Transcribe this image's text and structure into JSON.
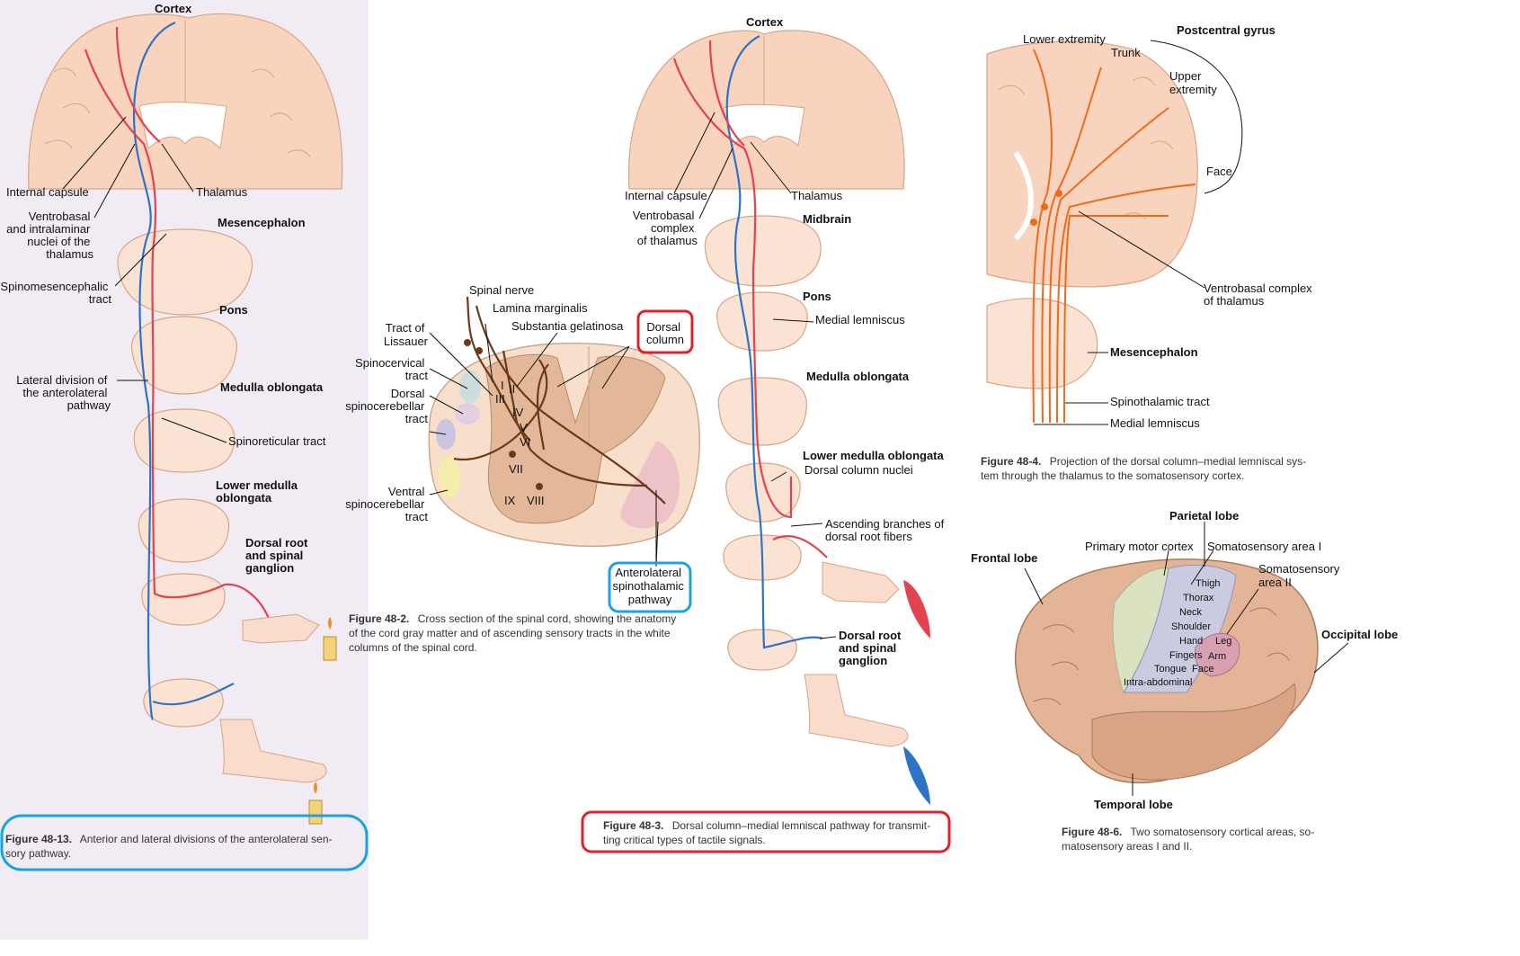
{
  "fig13": {
    "cortex": "Cortex",
    "internal_capsule": "Internal capsule",
    "thalamus": "Thalamus",
    "ventrobasal": [
      "Ventrobasal",
      "and intralaminar",
      "nuclei of the",
      "thalamus"
    ],
    "mesencephalon": "Mesencephalon",
    "spinomesencephalic": [
      "Spinomesencephalic",
      "tract"
    ],
    "pons": "Pons",
    "lateral_division": [
      "Lateral division of",
      "the anterolateral",
      "pathway"
    ],
    "medulla": "Medulla oblongata",
    "spinoreticular": "Spinoreticular tract",
    "lower_medulla": [
      "Lower medulla",
      "oblongata"
    ],
    "dorsal_root": [
      "Dorsal root",
      "and spinal",
      "ganglion"
    ],
    "caption_label": "Figure 48-13.",
    "caption_lines": [
      "Anterior and lateral divisions of the anterolateral sen-",
      "sory pathway."
    ]
  },
  "fig2": {
    "spinal_nerve": "Spinal nerve",
    "lamina_marginalis": "Lamina marginalis",
    "tract_lissauer": [
      "Tract of",
      "Lissauer"
    ],
    "substantia": "Substantia gelatinosa",
    "dorsal_column": [
      "Dorsal",
      "column"
    ],
    "spinocervical": [
      "Spinocervical",
      "tract"
    ],
    "dorsal_spinocerebellar": [
      "Dorsal",
      "spinocerebellar",
      "tract"
    ],
    "ventral_spinocerebellar": [
      "Ventral",
      "spinocerebellar",
      "tract"
    ],
    "anterolateral": [
      "Anterolateral",
      "spinothalamic",
      "pathway"
    ],
    "laminae": [
      "I",
      "II",
      "III",
      "IV",
      "V",
      "VI",
      "VII",
      "IX",
      "VIII"
    ],
    "caption_label": "Figure 48-2.",
    "caption_lines": [
      "Cross section of the spinal cord, showing the anatomy",
      "of the cord gray matter and of ascending sensory tracts in the white",
      "columns of the spinal cord."
    ]
  },
  "fig3": {
    "cortex": "Cortex",
    "internal_capsule": "Internal capsule",
    "thalamus": "Thalamus",
    "ventrobasal": [
      "Ventrobasal",
      "complex",
      "of thalamus"
    ],
    "midbrain": "Midbrain",
    "pons": "Pons",
    "medial_lemniscus": "Medial lemniscus",
    "medulla": "Medulla oblongata",
    "lower_medulla": "Lower medulla oblongata",
    "dorsal_column_nuclei": "Dorsal column nuclei",
    "ascending": [
      "Ascending branches of",
      "dorsal root fibers"
    ],
    "dorsal_root": [
      "Dorsal root",
      "and spinal",
      "ganglion"
    ],
    "caption_label": "Figure 48-3.",
    "caption_lines": [
      "Dorsal column–medial lemniscal pathway for transmit-",
      "ting critical types of tactile signals."
    ]
  },
  "fig4": {
    "lower_extremity": "Lower extremity",
    "postcentral": "Postcentral gyrus",
    "trunk": "Trunk",
    "upper_extremity": [
      "Upper",
      "extremity"
    ],
    "face": "Face",
    "ventrobasal": [
      "Ventrobasal complex",
      "of thalamus"
    ],
    "mesencephalon": "Mesencephalon",
    "spinothalamic": "Spinothalamic tract",
    "medial_lemniscus": "Medial lemniscus",
    "caption_label": "Figure 48-4.",
    "caption_lines": [
      "Projection of the dorsal column–medial lemniscal sys-",
      "tem through the thalamus to the somatosensory cortex."
    ]
  },
  "fig6": {
    "parietal": "Parietal lobe",
    "primary_motor": "Primary motor cortex",
    "somatosensory1": "Somatosensory area I",
    "somatosensory2": [
      "Somatosensory",
      "area II"
    ],
    "frontal": "Frontal lobe",
    "occipital": "Occipital lobe",
    "temporal": "Temporal lobe",
    "homunculus": [
      "Thigh",
      "Thorax",
      "Neck",
      "Shoulder",
      "Hand",
      "Fingers",
      "Tongue",
      "Intra-abdominal"
    ],
    "area2_parts": [
      "Leg",
      "Arm",
      "Face"
    ],
    "caption_label": "Figure 48-6.",
    "caption_lines": [
      "Two somatosensory cortical areas, so-",
      "matosensory areas I and II."
    ]
  },
  "colors": {
    "tissue": "#f8d3bd",
    "red_pathway": "#e2434f",
    "blue_pathway": "#2d74c4",
    "orange_pathway": "#ec6b1d",
    "highlight_red": "#e0202a",
    "highlight_blue": "#1aa3e0"
  }
}
